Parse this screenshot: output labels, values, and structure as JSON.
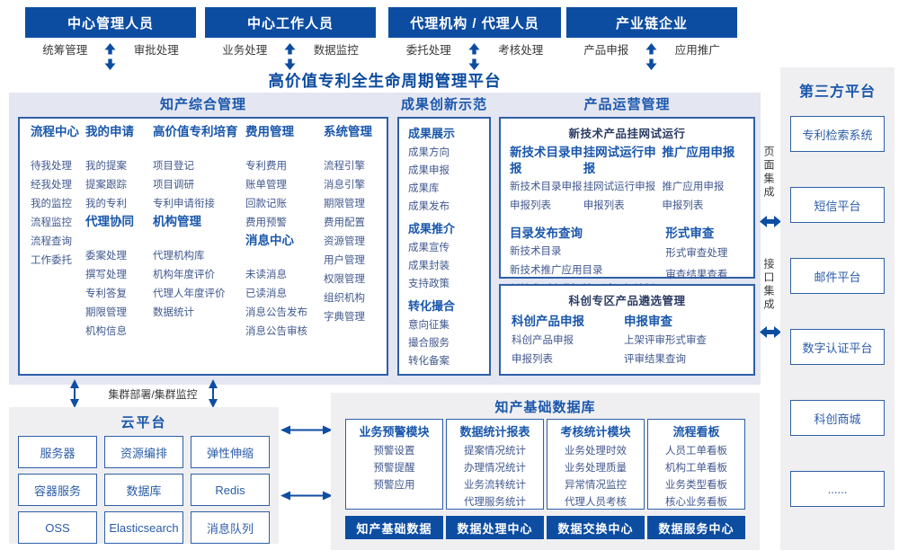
{
  "colors": {
    "primary_dark_blue": "#0c4da2",
    "header_blue": "#1a57ac",
    "item_text": "#41588e",
    "subbox_title": "#2a3b63",
    "panel_lavender": "#e4e6f1",
    "panel_gray": "#efeff1",
    "box_border": "#2e5fa8"
  },
  "roles": [
    {
      "title": "中心管理人员",
      "left": "统筹管理",
      "right": "审批处理"
    },
    {
      "title": "中心工作人员",
      "left": "业务处理",
      "right": "数据监控"
    },
    {
      "title": "代理机构 / 代理人员",
      "left": "委托处理",
      "right": "考核处理"
    },
    {
      "title": "产业链企业",
      "left": "产品申报",
      "right": "应用推广"
    }
  ],
  "platform_title": "高价值专利全生命周期管理平台",
  "ip_management": {
    "title": "知产综合管理",
    "columns": [
      {
        "groups": [
          {
            "header": "流程中心",
            "items": [
              "待我处理",
              "经我处理",
              "我的监控",
              "流程监控",
              "流程查询",
              "工作委托"
            ]
          }
        ]
      },
      {
        "groups": [
          {
            "header": "我的申请",
            "items": [
              "我的提案",
              "提案跟踪",
              "我的专利"
            ]
          },
          {
            "header": "代理协同",
            "items": [
              "委案处理",
              "撰写处理",
              "专利答复",
              "期限管理",
              "机构信息"
            ]
          }
        ]
      },
      {
        "groups": [
          {
            "header": "高价值专利培育",
            "items": [
              "项目登记",
              "项目调研",
              "专利申请衔接"
            ]
          },
          {
            "header": "机构管理",
            "items": [
              "代理机构库",
              "机构年度评价",
              "代理人年度评价",
              "数据统计"
            ]
          }
        ]
      },
      {
        "groups": [
          {
            "header": "费用管理",
            "items": [
              "专利费用",
              "账单管理",
              "回款记账",
              "费用预警"
            ]
          },
          {
            "header": "消息中心",
            "items": [
              "未读消息",
              "已读消息",
              "消息公告发布",
              "消息公告审核"
            ]
          }
        ]
      },
      {
        "groups": [
          {
            "header": "系统管理",
            "items": [
              "流程引擎",
              "消息引擎",
              "期限管理",
              "费用配置",
              "资源管理",
              "用户管理",
              "权限管理",
              "组织机构",
              "字典管理"
            ]
          }
        ]
      }
    ]
  },
  "innovation": {
    "title": "成果创新示范",
    "groups": [
      {
        "header": "成果展示",
        "items": [
          "成果方向",
          "成果申报",
          "成果库",
          "成果发布"
        ]
      },
      {
        "header": "成果推介",
        "items": [
          "成果宣传",
          "成果封装",
          "支持政策"
        ]
      },
      {
        "header": "转化撮合",
        "items": [
          "意向征集",
          "撮合服务",
          "转化备案"
        ]
      }
    ]
  },
  "product_ops": {
    "title": "产品运营管理",
    "trial": {
      "title": "新技术产品挂网试运行",
      "declare_groups": [
        {
          "header": "新技术目录申报",
          "items": [
            "新技术目录申报",
            "申报列表"
          ]
        },
        {
          "header": "挂网试运行申报",
          "items": [
            "挂网试运行申报",
            "申报列表"
          ]
        },
        {
          "header": "推广应用申报",
          "items": [
            "推广应用申报",
            "申报列表"
          ]
        }
      ],
      "catalog_query": {
        "header": "目录发布查询",
        "items": [
          "新技术目录",
          "新技术推广应用目录",
          "新技术（产品）挂网试运行计划"
        ]
      },
      "formal_review": {
        "header": "形式审查",
        "items": [
          "形式审查处理",
          "审查结果查看"
        ]
      }
    },
    "selection": {
      "title": "科创专区产品遴选管理",
      "groups": [
        {
          "header": "科创产品申报",
          "items": [
            "科创产品申报",
            "申报列表"
          ]
        },
        {
          "header": "申报审查",
          "items": [
            "上架评审形式审查",
            "评审结果查询"
          ]
        }
      ]
    }
  },
  "integration": {
    "page": "页面集成",
    "api": "接口集成"
  },
  "third_party": {
    "title": "第三方平台",
    "systems": [
      "专利检索系统",
      "短信平台",
      "邮件平台",
      "数字认证平台",
      "科创商城",
      "......"
    ]
  },
  "cluster_label": "集群部署/集群监控",
  "cloud": {
    "title": "云平台",
    "services": [
      "服务器",
      "资源编排",
      "弹性伸缩",
      "容器服务",
      "数据库",
      "Redis",
      "OSS",
      "Elasticsearch",
      "消息队列"
    ]
  },
  "data_platform": {
    "title": "知产基础数据库",
    "modules": [
      {
        "header": "业务预警模块",
        "items": [
          "预警设置",
          "预警提醒",
          "预警应用"
        ],
        "bar": "知产基础数据"
      },
      {
        "header": "数据统计报表",
        "items": [
          "提案情况统计",
          "办理情况统计",
          "业务流转统计",
          "代理服务统计"
        ],
        "bar": "数据处理中心"
      },
      {
        "header": "考核统计模块",
        "items": [
          "业务处理时效",
          "业务处理质量",
          "异常情况监控",
          "代理人员考核"
        ],
        "bar": "数据交换中心"
      },
      {
        "header": "流程看板",
        "items": [
          "人员工单看板",
          "机构工单看板",
          "业务类型看板",
          "核心业务看板"
        ],
        "bar": "数据服务中心"
      }
    ]
  }
}
